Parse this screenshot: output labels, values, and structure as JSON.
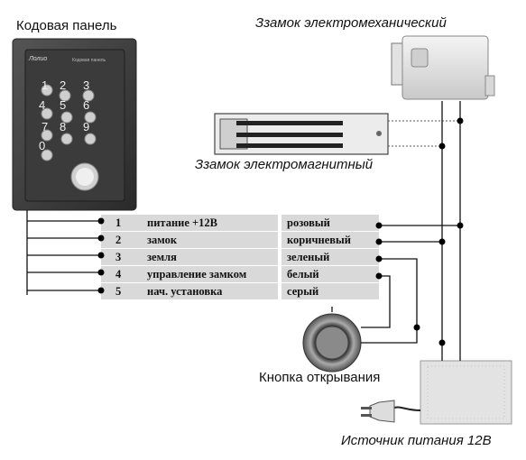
{
  "labels": {
    "keypad": "Кодовая панель",
    "em_lock": "Ззамок электромеханический",
    "mag_lock": "Ззамок электромагнитный",
    "button": "Кнопка открывания",
    "power": "Источник питания 12В"
  },
  "keypad": {
    "brand": "Лолио",
    "model": "Кодовая панель",
    "keys": [
      "1",
      "2",
      "3",
      "4",
      "5",
      "6",
      "7",
      "8",
      "9",
      "0"
    ]
  },
  "wires": [
    {
      "num": "1",
      "function": "питание +12В",
      "color_name": "розовый"
    },
    {
      "num": "2",
      "function": "замок",
      "color_name": "коричневый"
    },
    {
      "num": "3",
      "function": "земля",
      "color_name": "зеленый"
    },
    {
      "num": "4",
      "function": "управление замком",
      "color_name": "белый"
    },
    {
      "num": "5",
      "function": "нач. установка",
      "color_name": "серый"
    }
  ],
  "colors": {
    "panel": "#3a3a3a",
    "row_bg": "#d9d9d9",
    "line": "#111111",
    "device": "#e6e6e6"
  }
}
